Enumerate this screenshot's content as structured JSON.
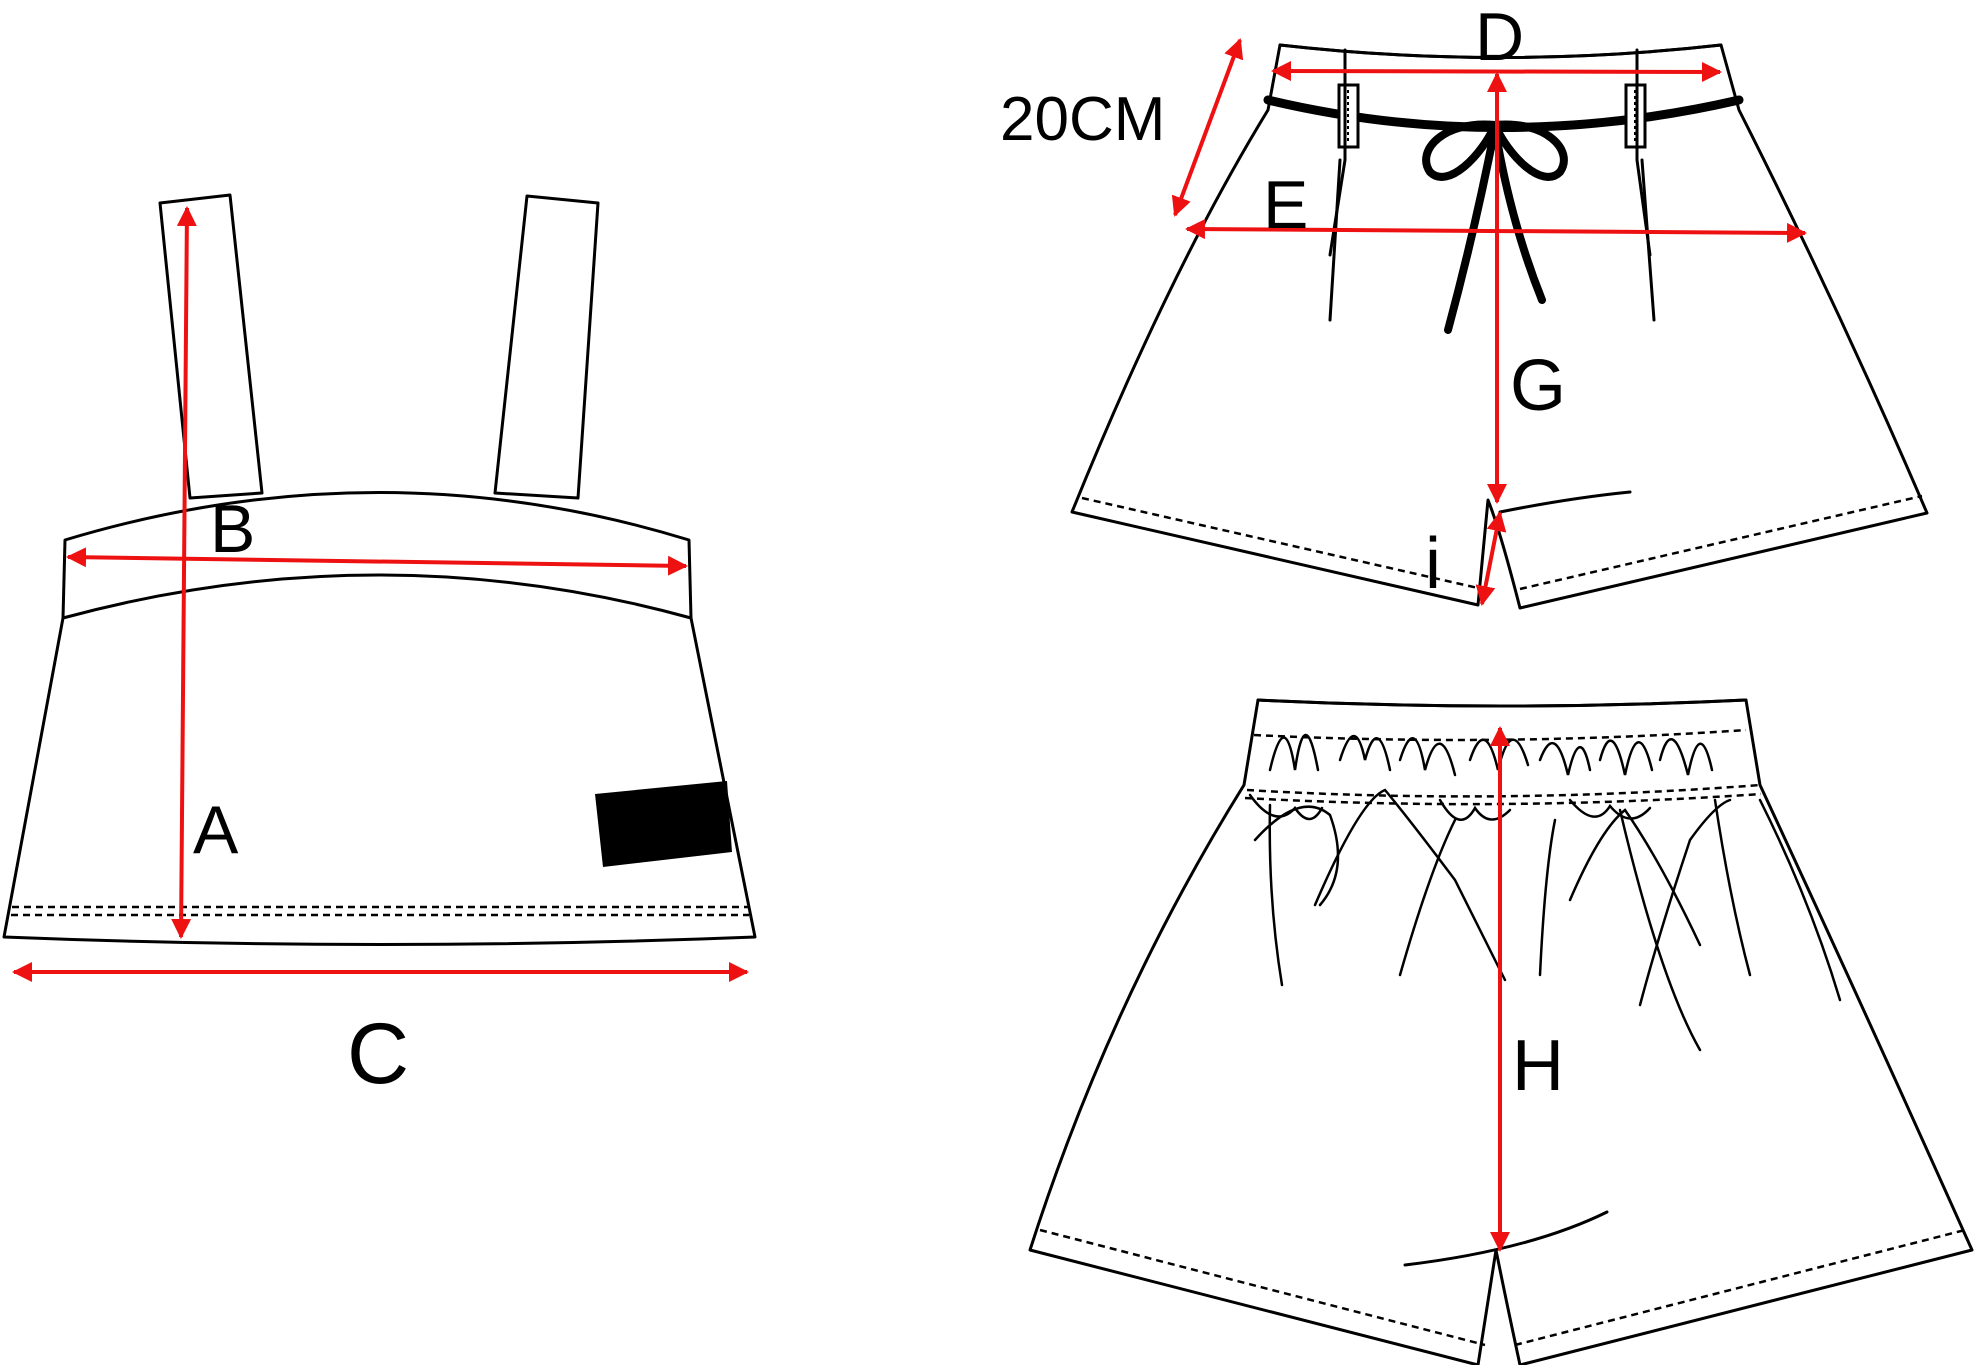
{
  "labels": {
    "a": "A",
    "b": "B",
    "c": "C",
    "d": "D",
    "e": "E",
    "g": "G",
    "h": "H",
    "i": "i",
    "cm": "20CM"
  },
  "colors": {
    "arrow": "#ee1111",
    "stroke": "#000000",
    "background": "#ffffff"
  }
}
